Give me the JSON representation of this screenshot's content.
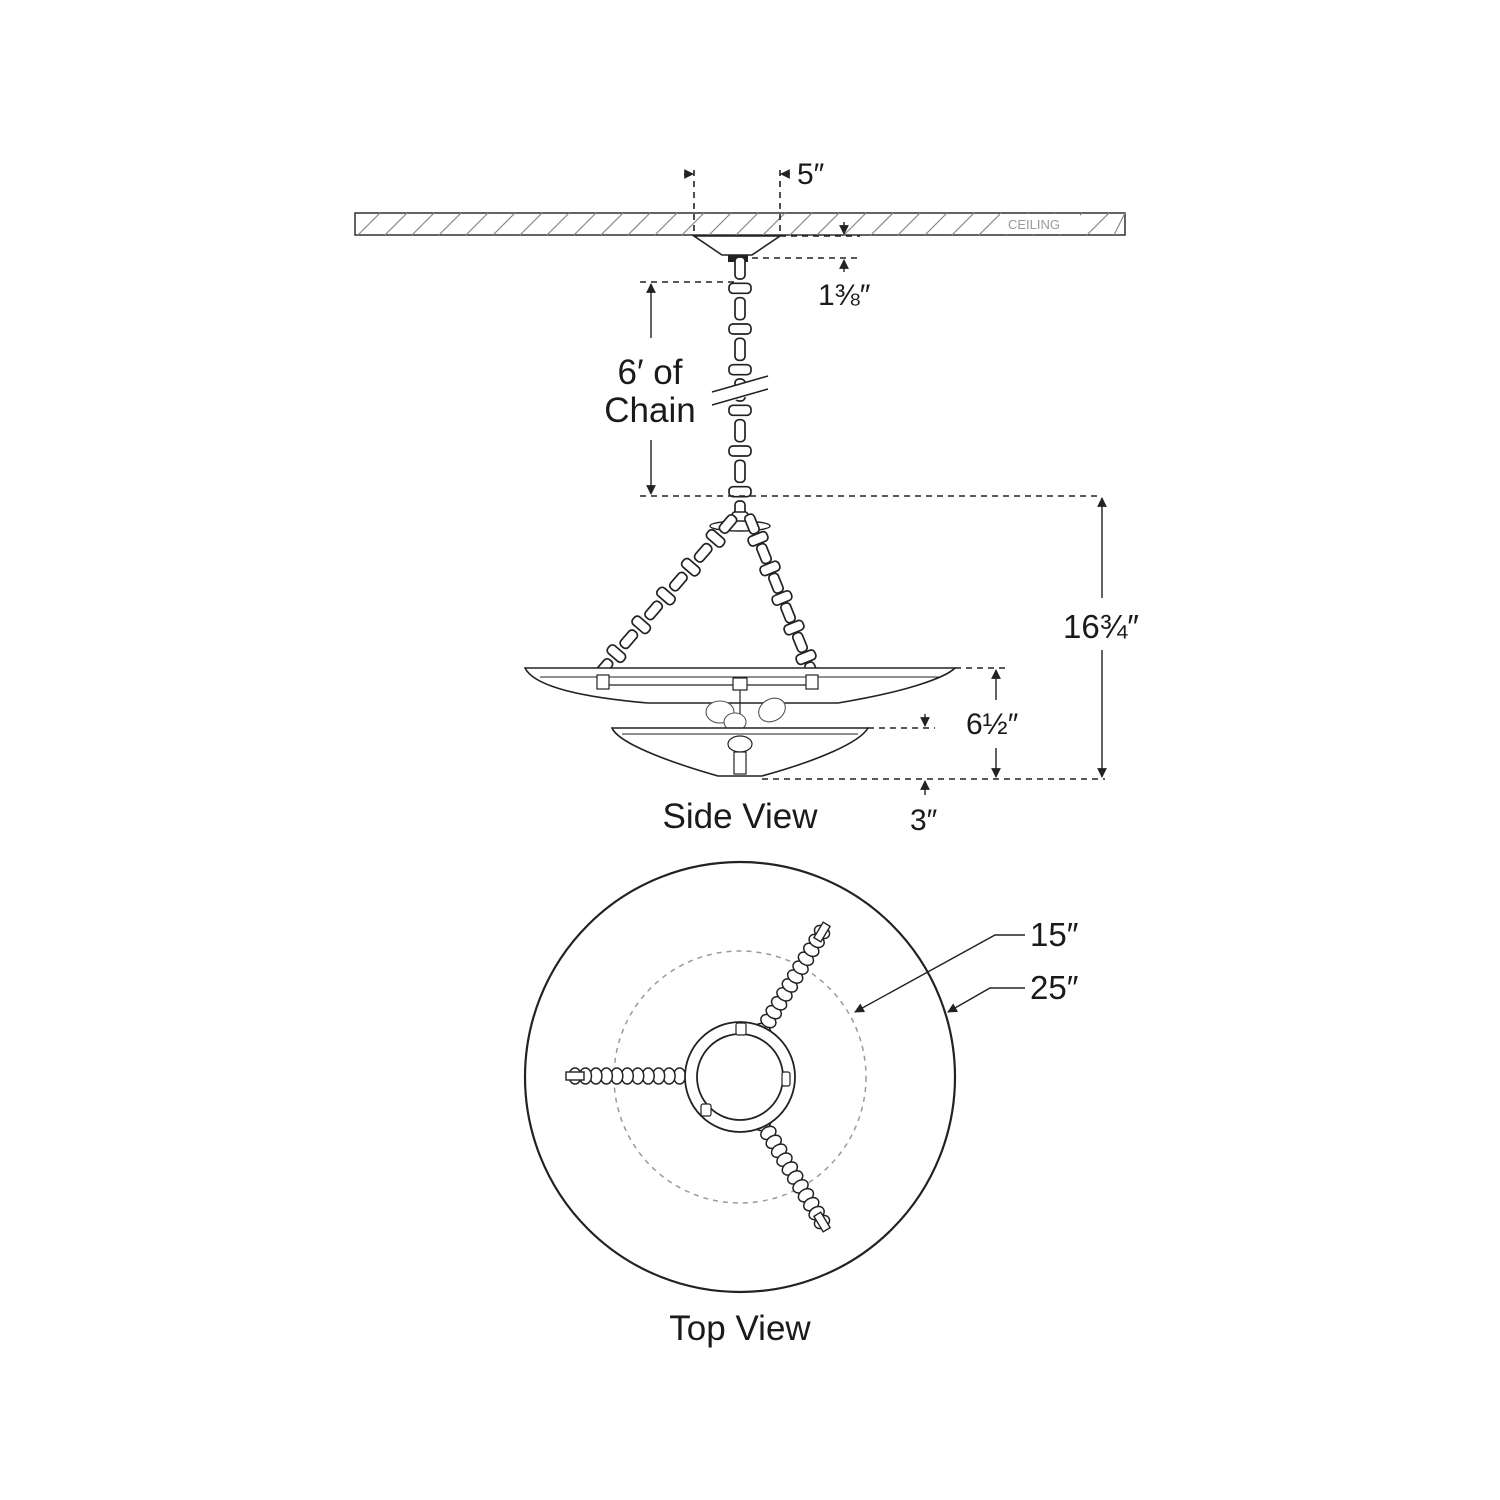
{
  "ceiling_label": "CEILING",
  "side_view": {
    "label": "Side View",
    "canopy_width": "5″",
    "canopy_height": "1⅜″",
    "chain_line1": "6′ of",
    "chain_line2": "Chain",
    "overall_height": "16¾″",
    "bowl_height": "6½″",
    "lower_bowl_height": "3″"
  },
  "top_view": {
    "label": "Top View",
    "inner_diameter": "15″",
    "outer_diameter": "25″"
  }
}
